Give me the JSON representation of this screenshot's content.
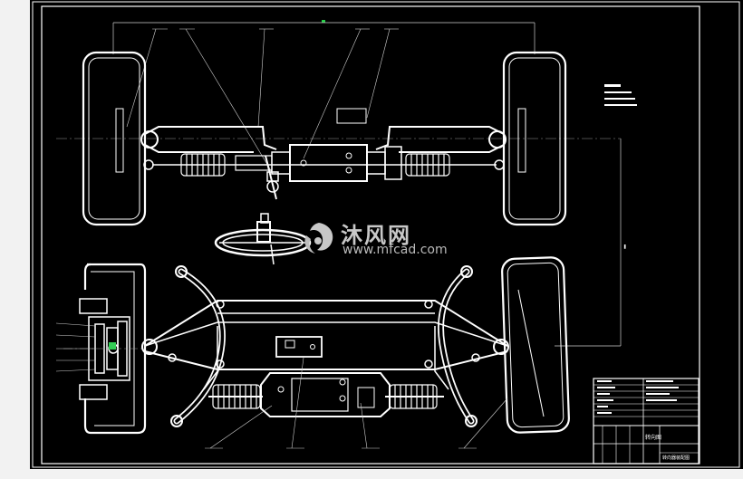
{
  "drawing": {
    "colors": {
      "background": "#000000",
      "frame": "#ffffff",
      "line": "#ffffff",
      "dim_line": "#bfbfbf",
      "watermark": "#c8c8c8",
      "chrome": "#f2f2f2"
    },
    "watermark": {
      "logo_icon": "mfcad-logo-icon",
      "text_cn": "沐风网",
      "text_en": "www.mfcad.com"
    },
    "title_block": {
      "title_cell": "转向图",
      "drawing_name": "转向器装配图"
    }
  }
}
